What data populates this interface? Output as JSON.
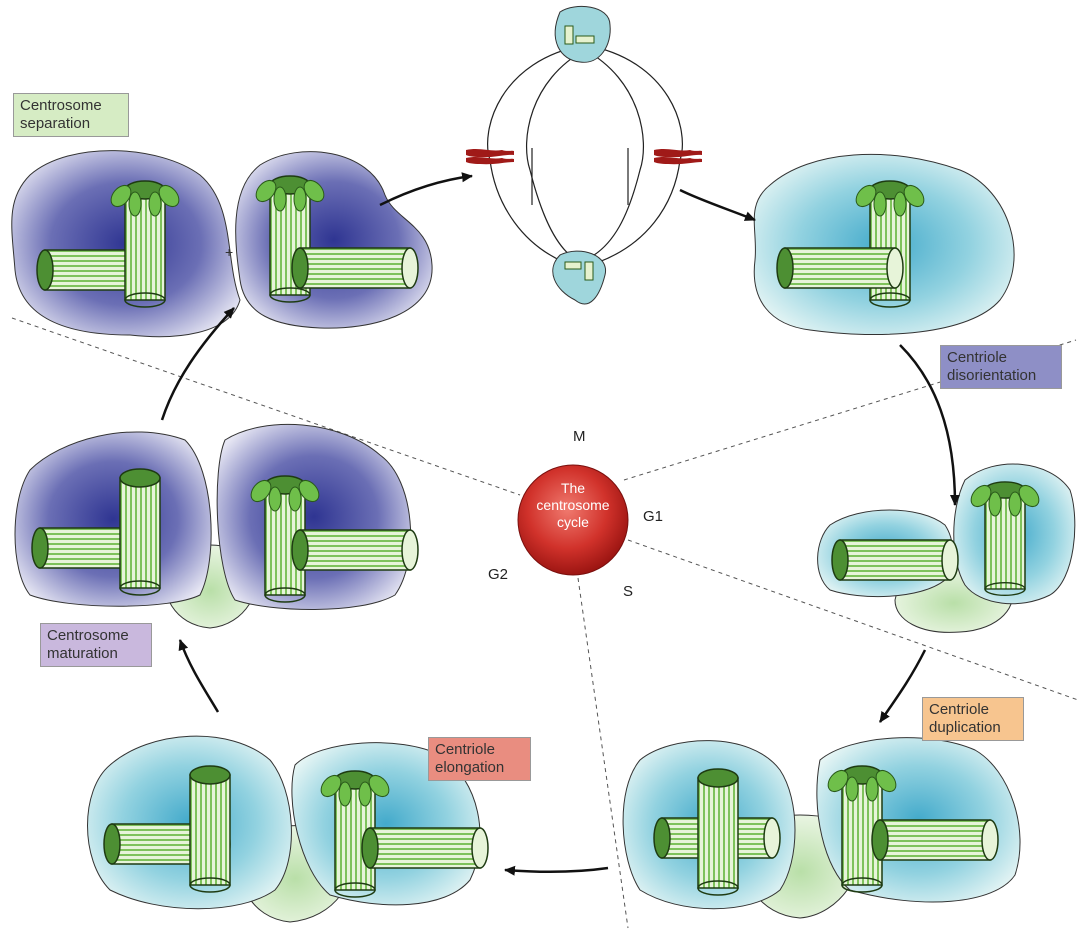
{
  "center": {
    "line1": "The",
    "line2": "centrosome",
    "line3": "cycle"
  },
  "phases": {
    "m": "M",
    "g1": "G1",
    "s": "S",
    "g2": "G2"
  },
  "stages": {
    "separation": {
      "line1": "Centrosome",
      "line2": "separation",
      "color": "#d6ecc4"
    },
    "disorientation": {
      "line1": "Centriole",
      "line2": "disorientation",
      "color": "#8e8fc6"
    },
    "duplication": {
      "line1": "Centriole",
      "line2": "duplication",
      "color": "#f7c58f"
    },
    "elongation": {
      "line1": "Centriole",
      "line2": "elongation",
      "color": "#e98d80"
    },
    "maturation": {
      "line1": "Centrosome",
      "line2": "maturation",
      "color": "#c9b8dd"
    }
  },
  "separation_plus": "+",
  "colors": {
    "pcm_blue": "#3a3d9a",
    "pcm_cyan": "#4fb6cf",
    "centriole_green": "#6fbf4a",
    "center_red": "#c0201c",
    "chromosome_red": "#a01a18"
  }
}
